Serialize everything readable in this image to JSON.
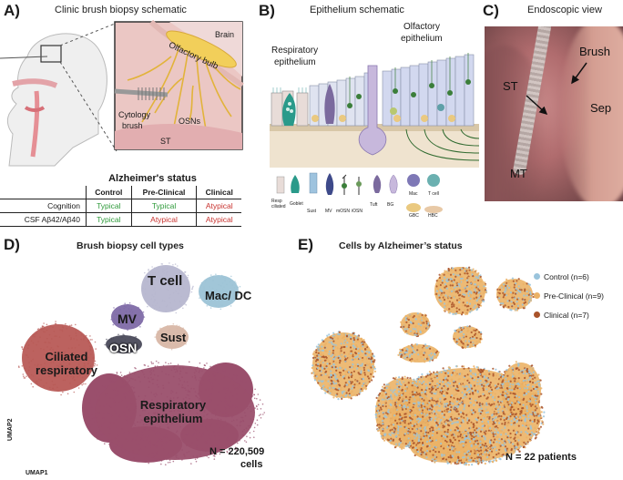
{
  "panelA": {
    "letter": "A)",
    "title": "Clinic brush biopsy schematic",
    "labels": {
      "brain": "Brain",
      "olfactory_bulb": "Olfactory bulb",
      "cytology_brush_1": "Cytology",
      "cytology_brush_2": "brush",
      "osns": "OSNs",
      "st": "ST"
    },
    "table": {
      "title": "Alzheimer's status",
      "headers": [
        "Control",
        "Pre-Clinical",
        "Clinical"
      ],
      "rows": [
        {
          "label": "Cognition",
          "cells": [
            "Typical",
            "Typical",
            "Atypical"
          ],
          "status": [
            "typical",
            "typical",
            "atypical"
          ]
        },
        {
          "label": "CSF Aβ42/Aβ40",
          "cells": [
            "Typical",
            "Atypical",
            "Atypical"
          ],
          "status": [
            "typical",
            "atypical",
            "atypical"
          ]
        }
      ]
    }
  },
  "panelB": {
    "letter": "B)",
    "title": "Epithelium schematic",
    "labels": {
      "respiratory_1": "Respiratory",
      "respiratory_2": "epithelium",
      "olfactory_1": "Olfactory",
      "olfactory_2": "epithelium"
    },
    "legend_top": [
      "Resp ciliated",
      "Goblet",
      "Sust",
      "MV",
      "mOSN",
      "iOSN",
      "Tuft",
      "BG"
    ],
    "legend_right_top": [
      "Mac",
      "T cell"
    ],
    "legend_right_bottom": [
      "GBC",
      "HBC"
    ]
  },
  "panelC": {
    "letter": "C)",
    "title": "Endoscopic view",
    "labels": {
      "brush": "Brush",
      "st": "ST",
      "sep": "Sep",
      "mt": "MT"
    }
  },
  "panelD": {
    "letter": "D)",
    "title": "Brush biopsy cell types",
    "axis_y": "UMAP2",
    "axis_x": "UMAP1",
    "n_label_1": "N = 220,509",
    "n_label_2": "cells",
    "clusters": [
      {
        "name": "T cell",
        "color": "#b6b6cf"
      },
      {
        "name": "Mac/ DC",
        "color": "#9cc3d6"
      },
      {
        "name": "MV",
        "color": "#7e6aa6"
      },
      {
        "name": "Sust",
        "color": "#d8b7a6"
      },
      {
        "name": "OSN",
        "color": "#4a4a5a"
      },
      {
        "name": "Ciliated respiratory",
        "color": "#b85a56"
      },
      {
        "name": "Respiratory epithelium",
        "color": "#9a4f6c"
      }
    ]
  },
  "panelE": {
    "letter": "E)",
    "title": "Cells by Alzheimer’s status",
    "n_label": "N = 22 patients",
    "legend": [
      {
        "label": "Control (n=6)",
        "color": "#9ac4dc"
      },
      {
        "label": "Pre-Clinical (n=9)",
        "color": "#ebb266"
      },
      {
        "label": "Clinical (n=7)",
        "color": "#a9532a"
      }
    ]
  }
}
